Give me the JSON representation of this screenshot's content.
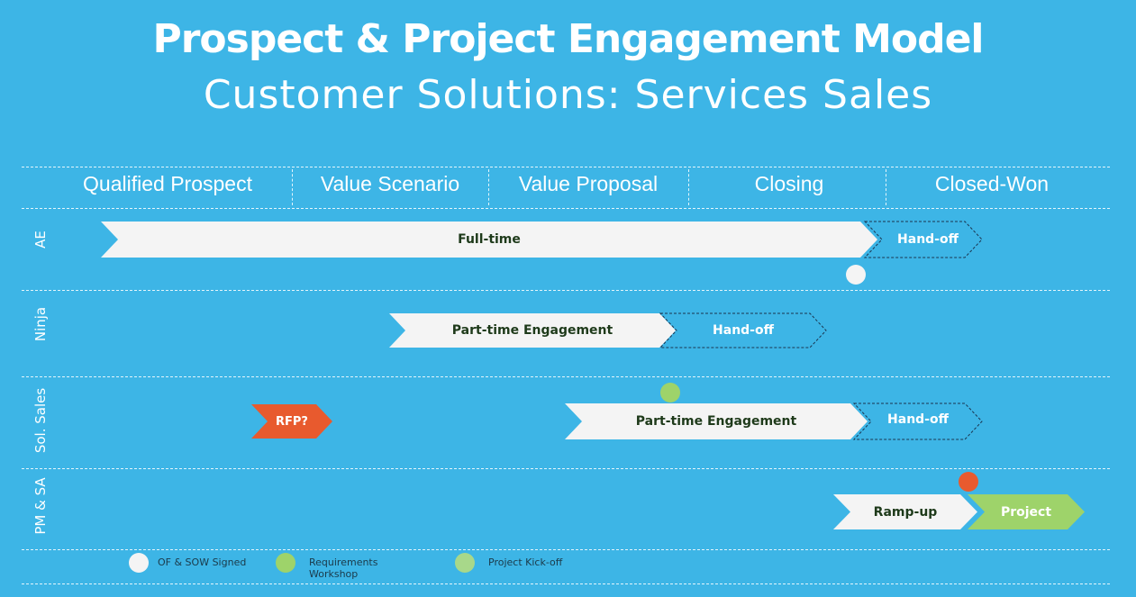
{
  "title": "Prospect & Project Engagement Model",
  "subtitle": "Customer Solutions: Services Sales",
  "phases": [
    "Qualified Prospect",
    "Value Scenario",
    "Value Proposal",
    "Closing",
    "Closed-Won"
  ],
  "rows": [
    "AE",
    "Ninja",
    "Sol. Sales",
    "PM & SA"
  ],
  "bars": {
    "ae_fulltime": "Full-time",
    "ae_handoff": "Hand-off",
    "ninja_parttime": "Part-time Engagement",
    "ninja_handoff": "Hand-off",
    "sol_rfp": "RFP?",
    "sol_parttime": "Part-time Engagement",
    "sol_handoff": "Hand-off",
    "pm_rampup": "Ramp-up",
    "pm_project": "Project"
  },
  "legend": [
    {
      "label": "OF & SOW Signed",
      "color": "#f4f4f4"
    },
    {
      "label": "Requirements Workshop",
      "color": "#9ed36a"
    },
    {
      "label": "Project Kick-off",
      "color": "#a8d88a"
    }
  ],
  "colors": {
    "background": "#3db5e6",
    "bar_fill": "#f4f4f4",
    "bar_text": "#1e3a1a",
    "rfp": "#e85a2e",
    "project": "#9ed36a",
    "milestone_white": "#f4f4f4",
    "milestone_green": "#9ed36a",
    "milestone_orange": "#e85a2e"
  }
}
